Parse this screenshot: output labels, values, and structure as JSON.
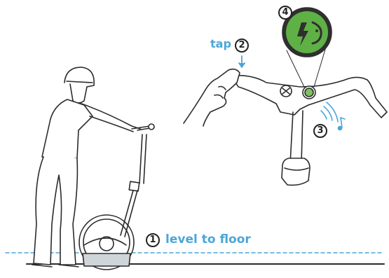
{
  "steps": [
    {
      "number": "1",
      "text": "level to floor"
    },
    {
      "number": "2",
      "text": "tap"
    },
    {
      "number": "3",
      "text": ""
    },
    {
      "number": "4",
      "text": ""
    }
  ],
  "colors": {
    "line": "#2b2b2b",
    "accent_blue": "#4aa6d9",
    "screen_green": "#5fb146",
    "screen_dark": "#2f2f2f",
    "ground_fill": "#cfd6da"
  },
  "icons": [
    "person-icon",
    "segway-icon",
    "handlebar-icon",
    "hand-icon",
    "sound-waves-icon",
    "music-note-icon",
    "power-indicator-icon",
    "tap-arrow-icon"
  ]
}
